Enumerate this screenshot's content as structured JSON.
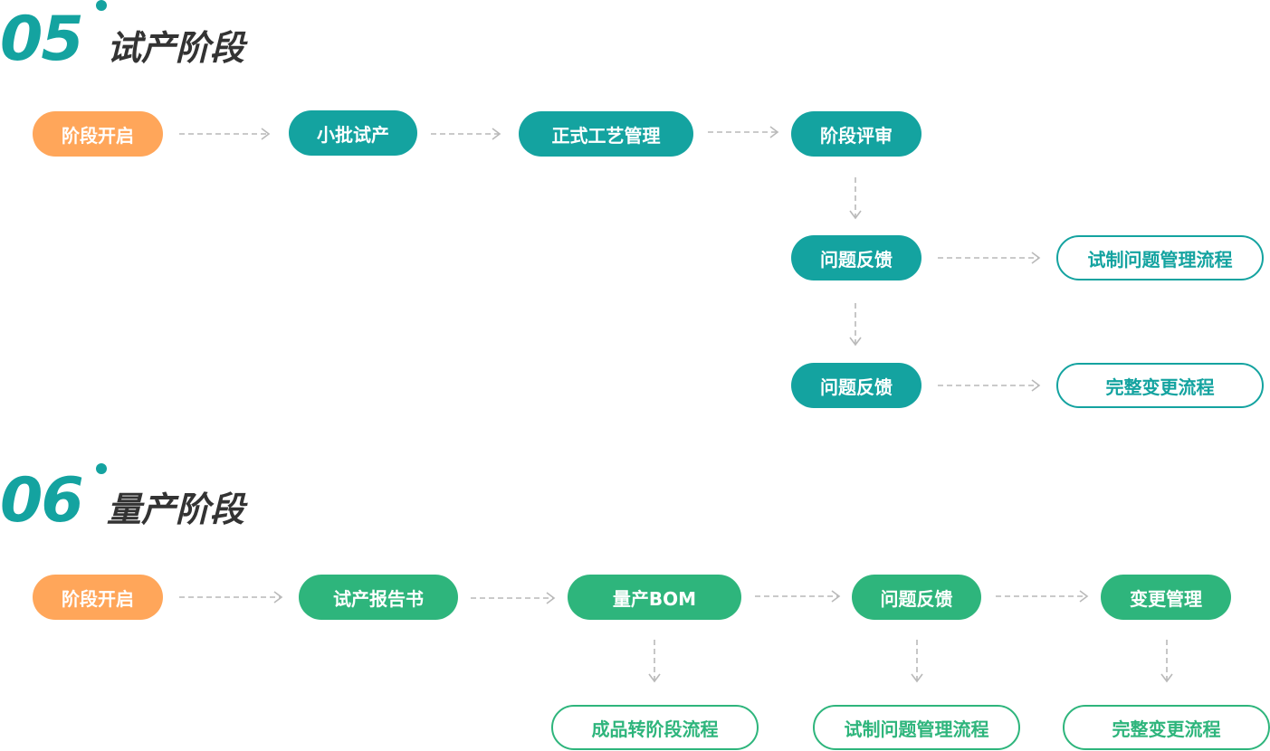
{
  "colors": {
    "teal": "#14a3a0",
    "green": "#2eb57c",
    "orange": "#ffa65a",
    "title_text": "#333333",
    "connector": "#b9b9b9"
  },
  "sections": [
    {
      "number": "05",
      "title": "试产阶段",
      "nodes": {
        "start": "阶段开启",
        "trial_production": "小批试产",
        "formal_process": "正式工艺管理",
        "stage_review": "阶段评审",
        "feedback_1": "问题反馈",
        "trial_issue_flow": "试制问题管理流程",
        "feedback_2": "问题反馈",
        "change_flow": "完整变更流程"
      }
    },
    {
      "number": "06",
      "title": "量产阶段",
      "nodes": {
        "start": "阶段开启",
        "trial_report": "试产报告书",
        "mass_bom": "量产BOM",
        "feedback": "问题反馈",
        "change_mgmt": "变更管理",
        "product_transfer_flow": "成品转阶段流程",
        "trial_issue_flow": "试制问题管理流程",
        "change_flow": "完整变更流程"
      }
    }
  ]
}
